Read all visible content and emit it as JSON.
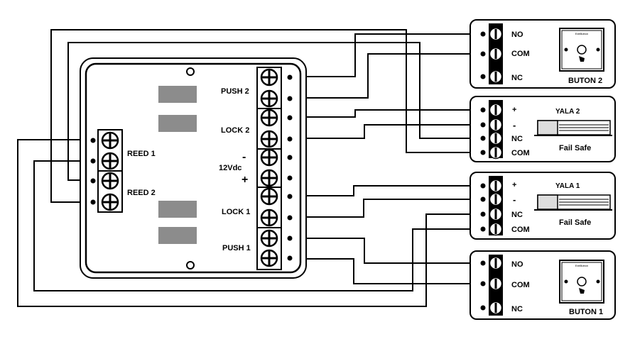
{
  "controller": {
    "terminals": {
      "push2": "PUSH 2",
      "lock2": "LOCK 2",
      "power": "12Vdc",
      "power_minus": "-",
      "power_plus": "+",
      "lock1": "LOCK 1",
      "push1": "PUSH 1"
    },
    "reed1": "REED 1",
    "reed2": "REED 2"
  },
  "button2": {
    "name": "BUTON 2",
    "no": "NO",
    "com": "COM",
    "nc": "NC",
    "plate": "ExitButton"
  },
  "lock2": {
    "name": "YALA 2",
    "plus": "+",
    "minus": "-",
    "nc": "NC",
    "com": "COM",
    "mode": "Fail Safe"
  },
  "lock1": {
    "name": "YALA 1",
    "plus": "+",
    "minus": "-",
    "nc": "NC",
    "com": "COM",
    "mode": "Fail Safe"
  },
  "button1": {
    "name": "BUTON 1",
    "no": "NO",
    "com": "COM",
    "nc": "NC",
    "plate": "ExitButton"
  }
}
